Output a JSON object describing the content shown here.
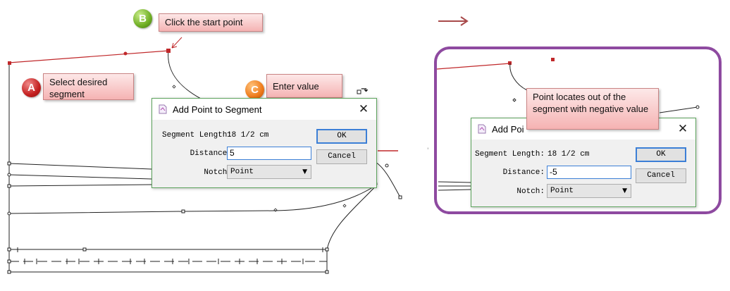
{
  "callouts": {
    "a_letter": "A",
    "a_text": "Select desired segment",
    "b_letter": "B",
    "b_text": "Click the start point",
    "c_letter": "C",
    "c_text": "Enter value",
    "negative_text": "Point locates out of the segment with negative value"
  },
  "dialog_left": {
    "title": "Add Point to Segment",
    "segment_length_label": "Segment Length:",
    "segment_length_value": "18 1/2 cm",
    "distance_label": "Distance:",
    "distance_value": "5",
    "notch_label": "Notch:",
    "notch_value": "Point",
    "ok_label": "OK",
    "cancel_label": "Cancel"
  },
  "dialog_right": {
    "title": "Add Poi",
    "segment_length_label": "Segment Length:",
    "segment_length_value": "18 1/2 cm",
    "distance_label": "Distance:",
    "distance_value": "-5",
    "notch_label": "Notch:",
    "notch_value": "Point",
    "ok_label": "OK",
    "cancel_label": "Cancel"
  },
  "icons": {
    "close": "close-icon",
    "dropdown": "chevron-down-icon",
    "dialog": "document-icon",
    "arrow": "right-arrow-icon"
  },
  "colors": {
    "callout_fill": "#f5b3b3",
    "segment_red": "#c0282a",
    "frame_purple": "#8e4aa0",
    "dialog_border": "#5ca35c",
    "focus_blue": "#3c7fd6"
  }
}
